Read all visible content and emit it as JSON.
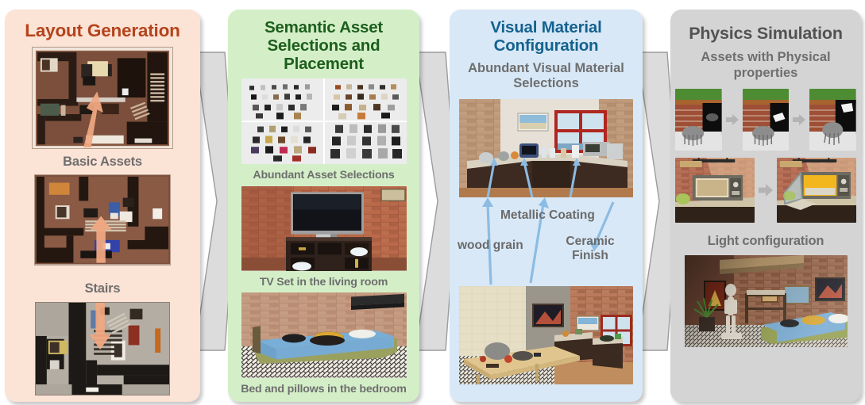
{
  "figure": {
    "title": "Scene generation pipeline overview",
    "panel_count": 4
  },
  "panels": [
    {
      "id": "layout-generation",
      "title": "Layout Generation",
      "accent": "#b4431c",
      "background": "#fbe3d5",
      "captions": [
        "Basic Assets",
        "Stairs"
      ],
      "figures": [
        "top-down floor plan of upper level",
        "top-down floor plan of middle level",
        "top-down floor plan of lower level"
      ],
      "annotation_arrows": [
        "basic-assets-arrow",
        "stairs-arrow-up",
        "stairs-arrow-down"
      ]
    },
    {
      "id": "semantic-asset-selection",
      "title": "Semantic Asset Selections and Placement",
      "accent": "#1d5e1d",
      "background": "#d4efc8",
      "captions": [
        "Abundant Asset Selections",
        "TV Set in the living room",
        "Bed and pillows in the bedroom"
      ],
      "figures": [
        "grid of 3D asset thumbnails (four quadrants)",
        "rendered TV set on media console against brick wall",
        "rendered bed with pillows on patterned rug"
      ]
    },
    {
      "id": "visual-material-configuration",
      "title": "Visual Material Configuration",
      "accent": "#14628e",
      "background": "#d8e8f7",
      "subtitle": "Abundant Visual Material Selections",
      "annotations": [
        "Metallic Coating",
        "wood grain",
        "Ceramic Finish"
      ],
      "arrow_color": "#87b8e0",
      "figures": [
        "rendered kitchen counter with window and appliances",
        "rendered dining room with wooden table and counters"
      ]
    },
    {
      "id": "physics-simulation",
      "title": "Physics Simulation",
      "accent": "#525252",
      "background": "#d4d4d4",
      "subtitle": "Assets with Physical properties",
      "captions": [
        "Light configuration"
      ],
      "sequences": [
        {
          "name": "bike-rack-sequence",
          "frames": 3,
          "description": "robot gripper interacting with bike rack near brick wall"
        },
        {
          "name": "microwave-sequence",
          "frames": 2,
          "description": "microwave door closed then opened on kitchen counter"
        }
      ],
      "figures": [
        "rendered bedroom with lamp lighting, skeleton statue and plant"
      ]
    }
  ],
  "connectors": {
    "count": 3,
    "color": "#d8d8d8",
    "stroke": "#9a9a9a",
    "shape": "right-chevron"
  }
}
